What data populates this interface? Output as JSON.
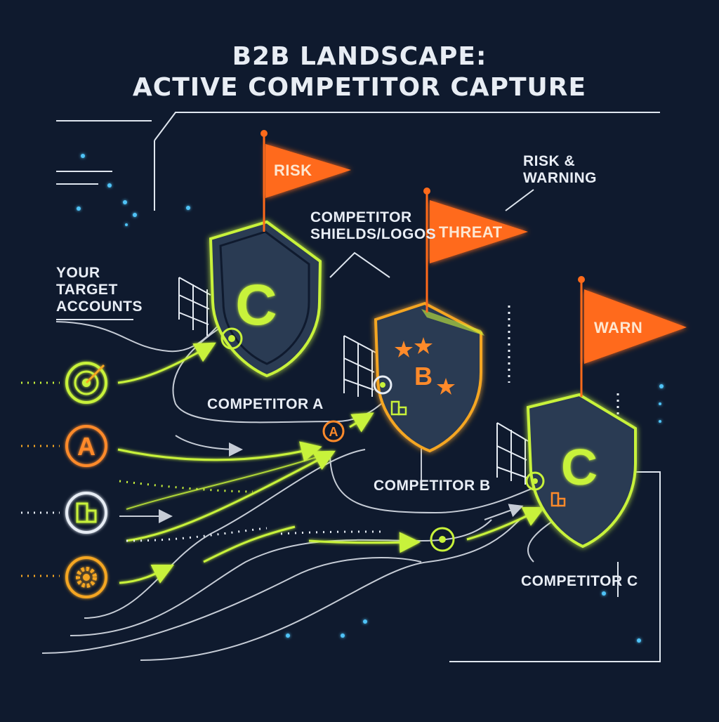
{
  "title": {
    "line1": "B2B LANDSCAPE:",
    "line2": "ACTIVE COMPETITOR CAPTURE"
  },
  "labels": {
    "target_accounts": "YOUR\nTARGET\nACCOUNTS",
    "shields_logos": "COMPETITOR\nSHIELDS/LOGOS",
    "risk_warning": "RISK &\nWARNING"
  },
  "flags": {
    "risk": "RISK",
    "threat": "THREAT",
    "warn": "WARN"
  },
  "competitors": {
    "a": {
      "name": "COMPETITOR A",
      "logo": "C"
    },
    "b": {
      "name": "COMPETITOR B",
      "logo": "B"
    },
    "c": {
      "name": "COMPETITOR C",
      "logo": "C"
    }
  },
  "account_icons": [
    "target-icon",
    "letter-a-icon",
    "building-icon",
    "gear-icon"
  ],
  "account_icon_letter": "A",
  "colors": {
    "background": "#0f1a2e",
    "lime": "#c8f23a",
    "orange": "#ff6a1a",
    "amber": "#f5a623",
    "shield_fill": "#2b3a52",
    "line_white": "#e6ecf4",
    "dot_blue": "#4fc3f7"
  }
}
